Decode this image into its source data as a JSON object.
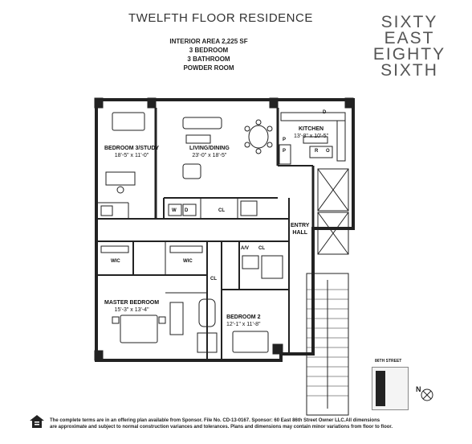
{
  "header": {
    "title": "TWELFTH FLOOR RESIDENCE",
    "specs": [
      "INTERIOR AREA 2,225 SF",
      "3 BEDROOM",
      "3 BATHROOM",
      "POWDER ROOM"
    ],
    "brand": [
      "SIXTY",
      "EAST",
      "EIGHTY",
      "SIXTH"
    ]
  },
  "rooms": {
    "bedroom3": {
      "name": "BEDROOM 3/STUDY",
      "dim": "18'-5\" x 11'-0\""
    },
    "living": {
      "name": "LIVING/DINING",
      "dim": "23'-0\" x 18'-5\""
    },
    "kitchen": {
      "name": "KITCHEN",
      "dim": "13'-8\" x 10'-5\""
    },
    "entry": {
      "name": "ENTRY",
      "name2": "HALL"
    },
    "master": {
      "name": "MASTER BEDROOM",
      "dim": "15'-3\" x 13'-4\""
    },
    "bedroom2": {
      "name": "BEDROOM 2",
      "dim": "12'-1\" x 11'-8\""
    }
  },
  "tags": {
    "d_top": "D",
    "p1": "P",
    "p2": "P",
    "r": "R",
    "o": "O",
    "w": "W",
    "d_wd": "D",
    "cl1": "CL",
    "wic1": "WIC",
    "wic2": "WIC",
    "cl2": "CL",
    "av": "A/V",
    "cl3": "CL"
  },
  "legend": {
    "street": "86TH STREET",
    "north": "N"
  },
  "footer": {
    "line1": "The complete terms are in an offering plan available from Sponsor. File No. CD-13-0167. Sponsor: 60 East 86th Street Owner LLC.All dimensions",
    "line2": "are approximate and subject to normal construction variances and tolerances. Plans and dimensions may contain minor variations from floor to floor."
  }
}
